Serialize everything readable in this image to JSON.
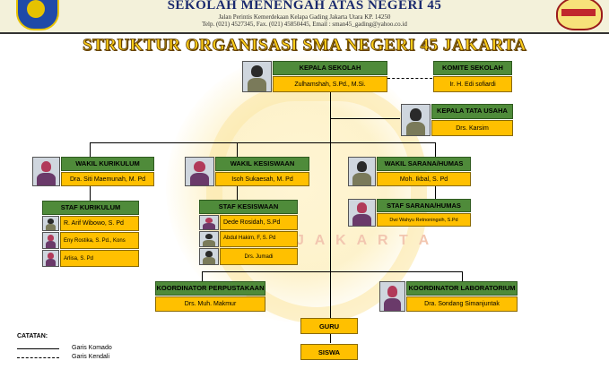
{
  "header": {
    "school_name": "SEKOLAH MENENGAH ATAS NEGERI 45",
    "address_line": "Jalan Perintis Kemerdekaan Kelapa Gading Jakarta Utara  KP. 14250",
    "contact_line": "Telp. (021) 4527345, Fax. (021) 45850445, Email : sman45_gading@yahoo.co.id"
  },
  "title": "STRUKTUR ORGANISASI SMA NEGERI 45 JAKARTA",
  "watermark_text": "J A K A R T A",
  "kepala_sekolah": {
    "label": "KEPALA SEKOLAH",
    "name": "Zulhamshah, S.Pd., M.Si."
  },
  "komite_sekolah": {
    "label": "KOMITE  SEKOLAH",
    "name": "Ir. H. Edi sofiardi"
  },
  "kepala_tata_usaha": {
    "label": "KEPALA TATA USAHA",
    "name": "Drs. Karsim"
  },
  "wakil_kurikulum": {
    "label": "WAKIL KURIKULUM",
    "name": "Dra. Siti Maemunah, M. Pd"
  },
  "wakil_kesiswaan": {
    "label": "WAKIL KESISWAAN",
    "name": "Isoh Sukaesah, M. Pd"
  },
  "wakil_sarana": {
    "label": "WAKIL SARANA/HUMAS",
    "name": "Moh. Ikbal, S. Pd"
  },
  "staf_kurikulum": {
    "label": "STAF KURIKULUM",
    "members": [
      "R. Arif Wibowo, S. Pd",
      "Eny Rostika, S. Pd., Kons",
      "Arlisa, S. Pd"
    ]
  },
  "staf_kesiswaan": {
    "label": "STAF KESISWAAN",
    "members": [
      "Dede Rosidah, S.Pd",
      "Abdul Hakim, F, S. Pd",
      "Drs. Jumadi"
    ]
  },
  "staf_sarana": {
    "label": "STAF SARANA/HUMAS",
    "name": "Dwi Wahyu Retnoningsih, S.Pd"
  },
  "koordinator_perpustakaan": {
    "label": "KOORDINATOR PERPUSTAKAAN",
    "name": "Drs. Muh. Makmur"
  },
  "koordinator_laboratorium": {
    "label": "KOORDINATOR LABORATORIUM",
    "name": "Dra. Sondang Simanjuntak"
  },
  "guru": "GURU",
  "siswa": "SISWA",
  "legend": {
    "title": "CATATAN:",
    "komando": "Garis Komado",
    "kendali": "Garis Kendali"
  }
}
